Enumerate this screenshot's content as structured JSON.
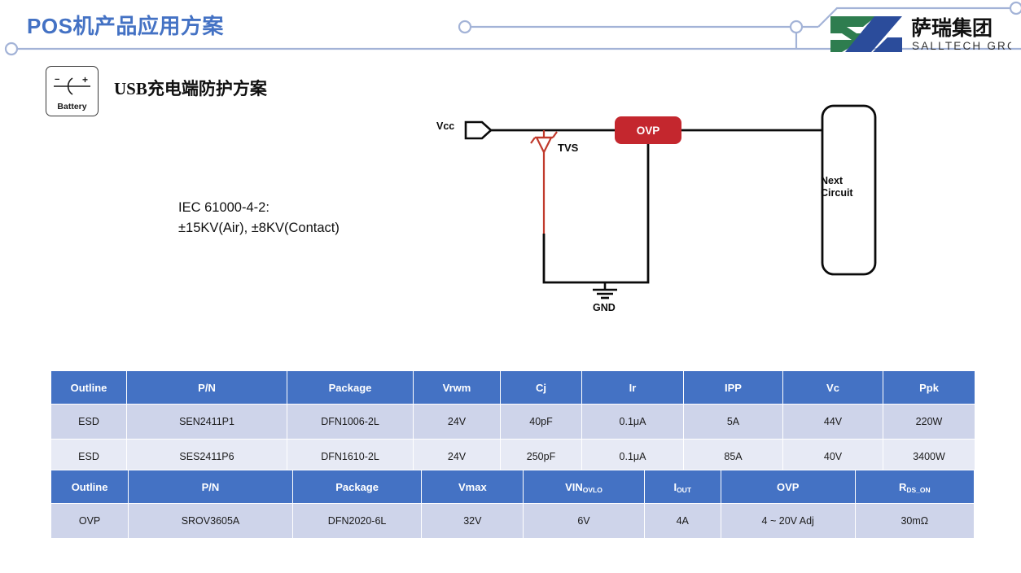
{
  "header": {
    "title": "POS机产品应用方案",
    "accent_color": "#4472C4",
    "deco_line_color": "#A3B3D7"
  },
  "logo": {
    "name_cn": "萨瑞集团",
    "name_en": "SALLTECH GROUP",
    "green": "#2E7D4F",
    "blue": "#2B4C9B"
  },
  "battery": {
    "label": "Battery",
    "minus": "−",
    "plus": "+"
  },
  "section": {
    "title": "USB充电端防护方案"
  },
  "note": {
    "line1": "IEC 61000-4-2:",
    "line2": "±15KV(Air), ±8KV(Contact)"
  },
  "schematic": {
    "vcc_label": "Vcc",
    "tvs_label": "TVS",
    "gnd_label": "GND",
    "ovp_label": "OVP",
    "ovp_color": "#C4272E",
    "tvs_color": "#C0392B",
    "next_circuit_line1": "Next",
    "next_circuit_line2": "Circuit"
  },
  "tables": [
    {
      "id": "table-esd",
      "columns": [
        "Outline",
        "P/N",
        "Package",
        "Vrwm",
        "Cj",
        "Ir",
        "IPP",
        "Vc",
        "Ppk"
      ],
      "widths": [
        93,
        197,
        155,
        107,
        100,
        125,
        122,
        123,
        113
      ],
      "rows": [
        [
          "ESD",
          "SEN2411P1",
          "DFN1006-2L",
          "24V",
          "40pF",
          "0.1μA",
          "5A",
          "44V",
          "220W"
        ],
        [
          "ESD",
          "SES2411P6",
          "DFN1610-2L",
          "24V",
          "250pF",
          "0.1μA",
          "85A",
          "40V",
          "3400W"
        ]
      ]
    },
    {
      "id": "table-ovp",
      "columns": [
        "Outline",
        "P/N",
        "Package",
        "Vmax",
        "VIN_OVLO",
        "I_OUT",
        "OVP",
        "R_DS_ON"
      ],
      "column_sub": [
        "",
        "",
        "",
        "",
        "OVLO",
        "OUT",
        "",
        "DS_ON"
      ],
      "column_main": [
        "Outline",
        "P/N",
        "Package",
        "Vmax",
        "VIN",
        "I",
        "OVP",
        "R"
      ],
      "widths": [
        93,
        197,
        155,
        122,
        145,
        92,
        161,
        143
      ],
      "rows": [
        [
          "OVP",
          "SROV3605A",
          "DFN2020-6L",
          "32V",
          "6V",
          "4A",
          "4 ~ 20V Adj",
          "30mΩ"
        ]
      ]
    }
  ],
  "theme": {
    "header_blue": "#4472C4",
    "row_a": "#CED4EA",
    "row_b": "#E7EAF5"
  }
}
